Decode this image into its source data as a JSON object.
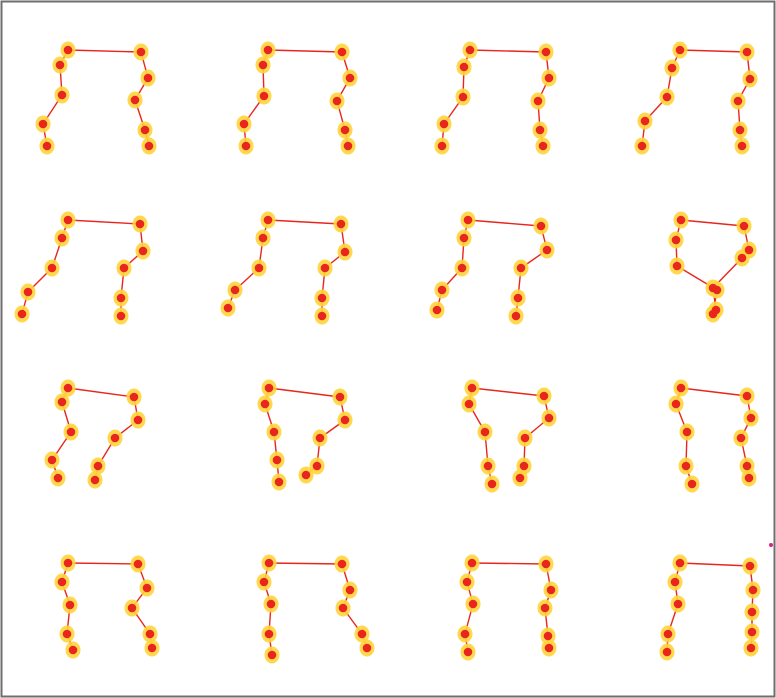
{
  "figure": {
    "colors": {
      "background": "#ffffff",
      "border": "#6e6e6e",
      "halo": "#ffd43b",
      "joint": "#e8261e",
      "bone": "#e8261e",
      "stray_mark": "#e0208a"
    },
    "figures": [
      {
        "row": 0,
        "col": 0,
        "name": "pose-r1-c1"
      },
      {
        "row": 0,
        "col": 1,
        "name": "pose-r1-c2"
      },
      {
        "row": 0,
        "col": 2,
        "name": "pose-r1-c3"
      },
      {
        "row": 0,
        "col": 3,
        "name": "pose-r1-c4"
      },
      {
        "row": 1,
        "col": 0,
        "name": "pose-r2-c1"
      },
      {
        "row": 1,
        "col": 1,
        "name": "pose-r2-c2"
      },
      {
        "row": 1,
        "col": 2,
        "name": "pose-r2-c3"
      },
      {
        "row": 1,
        "col": 3,
        "name": "pose-r2-c4"
      },
      {
        "row": 2,
        "col": 0,
        "name": "pose-r3-c1"
      },
      {
        "row": 2,
        "col": 1,
        "name": "pose-r3-c2"
      },
      {
        "row": 2,
        "col": 2,
        "name": "pose-r3-c3"
      },
      {
        "row": 2,
        "col": 3,
        "name": "pose-r3-c4"
      },
      {
        "row": 3,
        "col": 0,
        "name": "pose-r4-c1"
      },
      {
        "row": 3,
        "col": 1,
        "name": "pose-r4-c2"
      },
      {
        "row": 3,
        "col": 2,
        "name": "pose-r4-c3"
      },
      {
        "row": 3,
        "col": 3,
        "name": "pose-r4-c4"
      }
    ]
  }
}
